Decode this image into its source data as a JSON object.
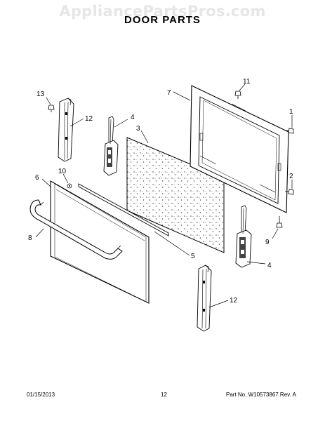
{
  "watermark": "AppliancePartsPros.com",
  "title": "DOOR PARTS",
  "callouts": {
    "c13": "13",
    "c12_top": "12",
    "c4_top": "4",
    "c3": "3",
    "c7": "7",
    "c11": "11",
    "c1": "1",
    "c2": "2",
    "c6": "6",
    "c10": "10",
    "c8": "8",
    "c5": "5",
    "c9": "9",
    "c4_bottom": "4",
    "c12_bottom": "12"
  },
  "footer": {
    "date": "01/15/2013",
    "page": "12",
    "part_no": "Part No. W10573867  Rev. A"
  }
}
